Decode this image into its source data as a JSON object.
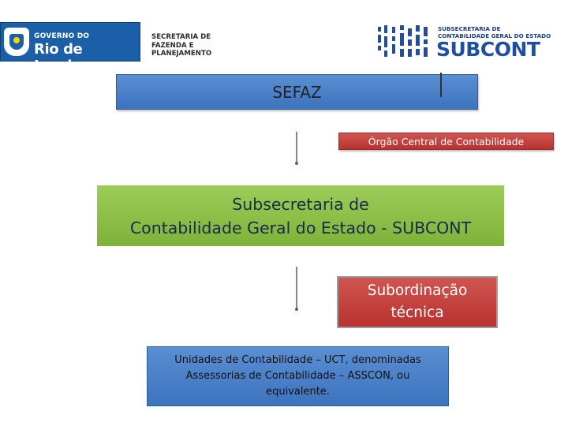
{
  "header": {
    "rj_logo_top": "GOVERNO DO",
    "rj_logo_main": "Rio de Janeiro",
    "sefaz_logo_lines": [
      "SECRETARIA DE",
      "FAZENDA E",
      "PLANEJAMENTO"
    ],
    "subcont_logo_small_lines": [
      "SUBSECRETARIA DE",
      "CONTABILIDADE GERAL DO ESTADO"
    ],
    "subcont_logo_big": "SUBCONT"
  },
  "diagram": {
    "sefaz_label": "SEFAZ",
    "orgao_label": "Órgão Central de Contabilidade",
    "subcont_lines": [
      "Subsecretaria de",
      "Contabilidade Geral do Estado - SUBCONT"
    ],
    "subordinacao_lines": [
      "Subordinação",
      "técnica"
    ],
    "ucts_lines": [
      "Unidades de Contabilidade – UCT, denominadas",
      "Assessorias de Contabilidade – ASSCON, ou",
      "equivalente."
    ]
  },
  "colors": {
    "blue_box": "#4a80c8",
    "red_box": "#c0403c",
    "green_box": "#8dbf48",
    "logo_blue": "#1a5fa8"
  }
}
